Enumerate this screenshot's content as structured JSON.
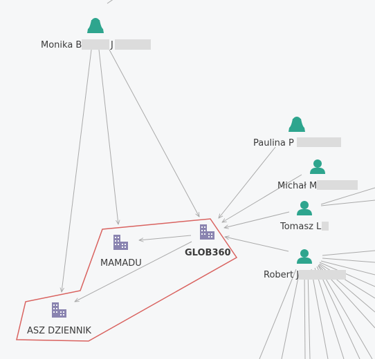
{
  "graph": {
    "persons": [
      {
        "id": "monika",
        "name": "Monika B",
        "name_extra": "J"
      },
      {
        "id": "paulina",
        "name": "Paulina P",
        "name_extra": ""
      },
      {
        "id": "michal",
        "name": "Michał M",
        "name_extra": ""
      },
      {
        "id": "tomasz",
        "name": "Tomasz L",
        "name_extra": ""
      },
      {
        "id": "robert",
        "name": "Robert J",
        "name_extra": ""
      }
    ],
    "companies": [
      {
        "id": "glob360",
        "name": "GLOB360"
      },
      {
        "id": "mamadu",
        "name": "MAMADU"
      },
      {
        "id": "asz",
        "name": "ASZ DZIENNIK"
      }
    ]
  },
  "colors": {
    "person_icon": "#2ea58e",
    "company_icon": "#8a84b0",
    "edge": "#a9a9a9",
    "selection_outline": "#d9625f",
    "background": "#f6f7f8"
  }
}
